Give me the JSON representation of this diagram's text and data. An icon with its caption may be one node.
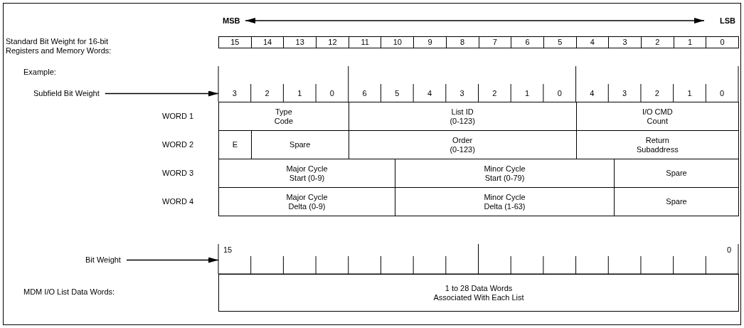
{
  "diagram": {
    "nodes": [
      {
        "text": [
          "Subfield Bit Weight"
        ]
      },
      {
        "text": [],
        "shape": "picture"
      },
      {
        "text": [
          "Bit Weight"
        ]
      },
      {
        "text": [],
        "shape": "picture"
      }
    ],
    "edges": [
      {
        "from": 0,
        "to": 1,
        "arrow": "to"
      },
      {
        "from": 2,
        "to": 3,
        "arrow": "to"
      }
    ],
    "labels": [
      "MSB",
      "LSB",
      "Standard Bit Weight for 16-bit Registers and Memory Words:",
      "15",
      "14",
      "13",
      "12",
      "11",
      "10",
      "9",
      "8",
      "7",
      "6",
      "5",
      "4",
      "3",
      "2",
      "1",
      "0",
      "Example:",
      "3",
      "2",
      "1",
      "0",
      "6",
      "5",
      "4",
      "3",
      "2",
      "1",
      "0",
      "4",
      "3",
      "2",
      "1",
      "0",
      "WORD 1",
      "Type Code",
      "List ID (0-123)",
      "I/O CMD Count",
      "WORD 2",
      "E",
      "Spare",
      "Order (0-123)",
      "Return Subaddress",
      "WORD 3",
      "Major Cycle Start (0-9)",
      "Minor Cycle Start (0-79)",
      "Spare",
      "WORD 4",
      "Major Cycle Delta (0-9)",
      "Minor Cycle Delta (1-63)",
      "Spare",
      "15",
      "0",
      "MDM I/O List Data Words:",
      "1 to 28 Data Words Associated With Each List"
    ]
  }
}
